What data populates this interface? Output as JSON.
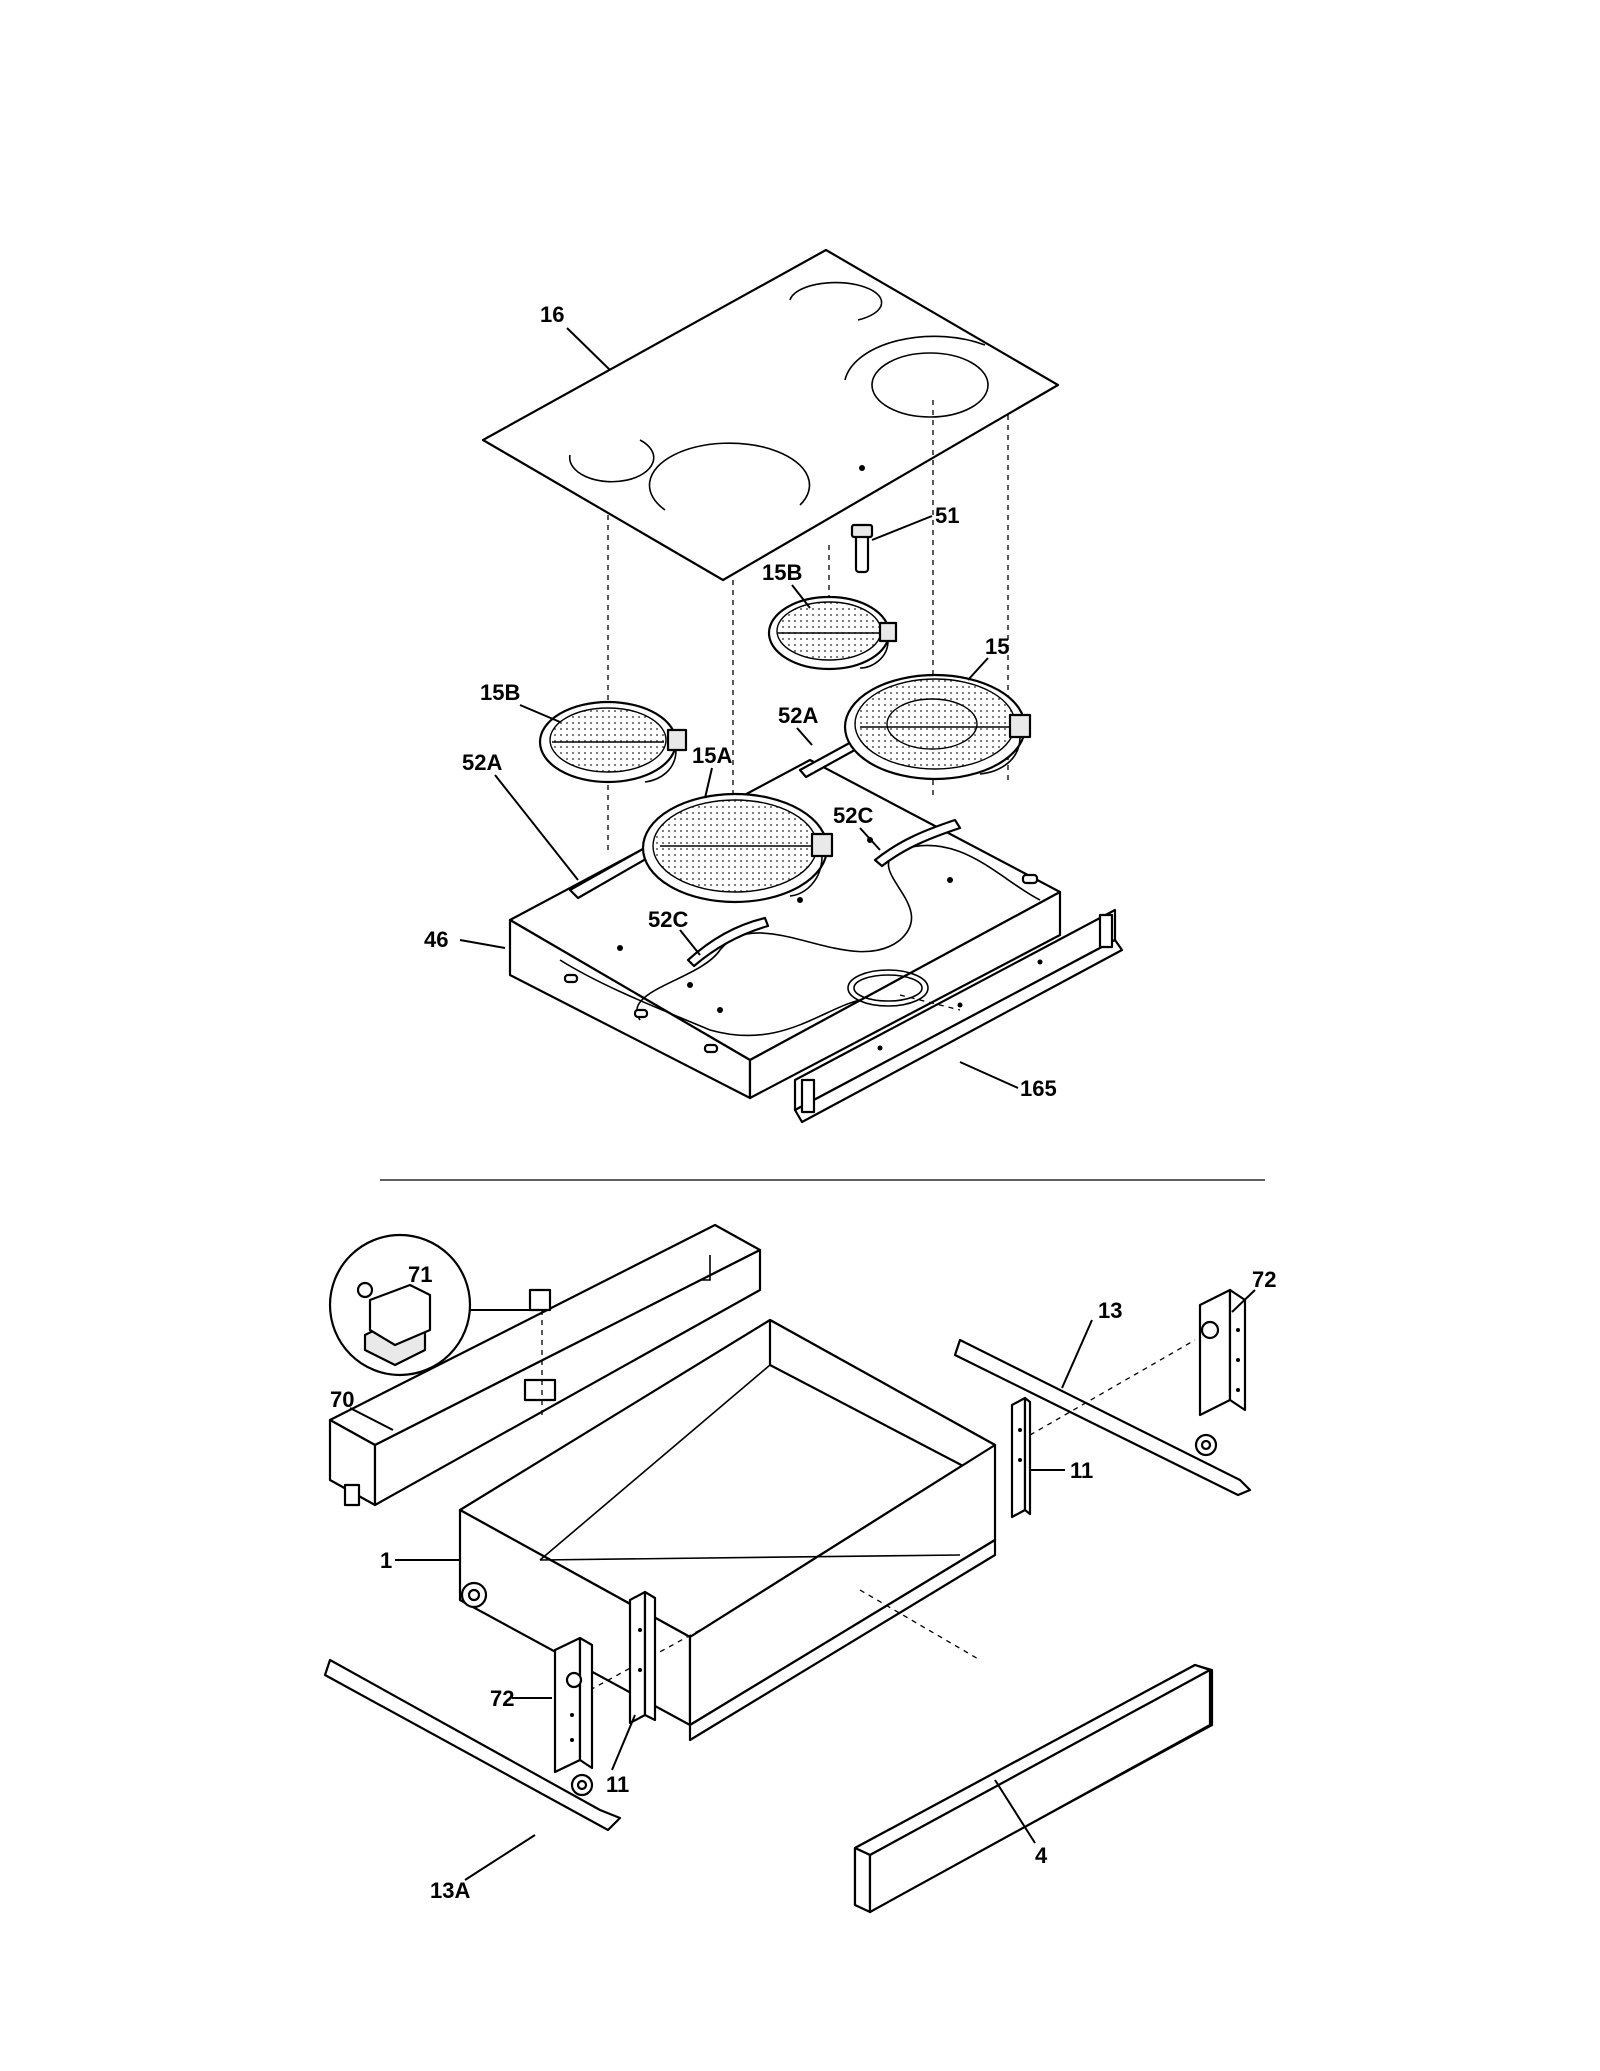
{
  "callouts": {
    "c16": "16",
    "c51": "51",
    "c15B_top": "15B",
    "c15": "15",
    "c15B_left": "15B",
    "c52A_right": "52A",
    "c15A": "15A",
    "c52A_left": "52A",
    "c52C_right": "52C",
    "c46": "46",
    "c52C_left": "52C",
    "c165": "165",
    "c71": "71",
    "c72_top": "72",
    "c13": "13",
    "c70": "70",
    "c11_right": "11",
    "c1": "1",
    "c72_bottom": "72",
    "c11_bottom": "11",
    "c13A": "13A",
    "c4": "4"
  }
}
